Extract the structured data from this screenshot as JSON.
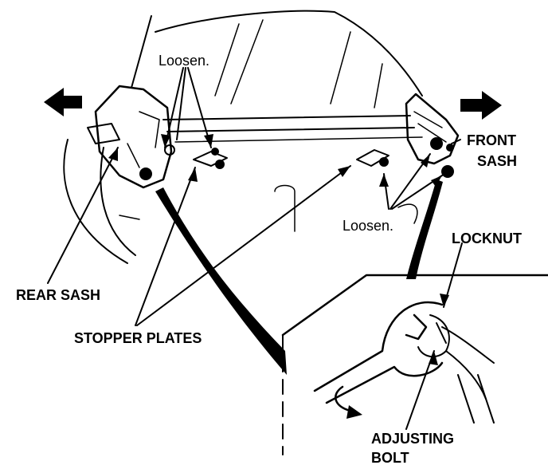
{
  "labels": {
    "loosen_top": "Loosen.",
    "loosen_right": "Loosen.",
    "front_sash_line1": "FRONT",
    "front_sash_line2": "SASH",
    "locknut": "LOCKNUT",
    "rear_sash": "REAR SASH",
    "stopper_plates": "STOPPER PLATES",
    "adjusting_bolt_line1": "ADJUSTING",
    "adjusting_bolt_line2": "BOLT"
  },
  "colors": {
    "ink": "#000000",
    "paper": "#ffffff"
  },
  "icons": [
    "arrow-left-icon",
    "arrow-right-icon",
    "wrench-icon",
    "rotation-arrow-icon"
  ]
}
